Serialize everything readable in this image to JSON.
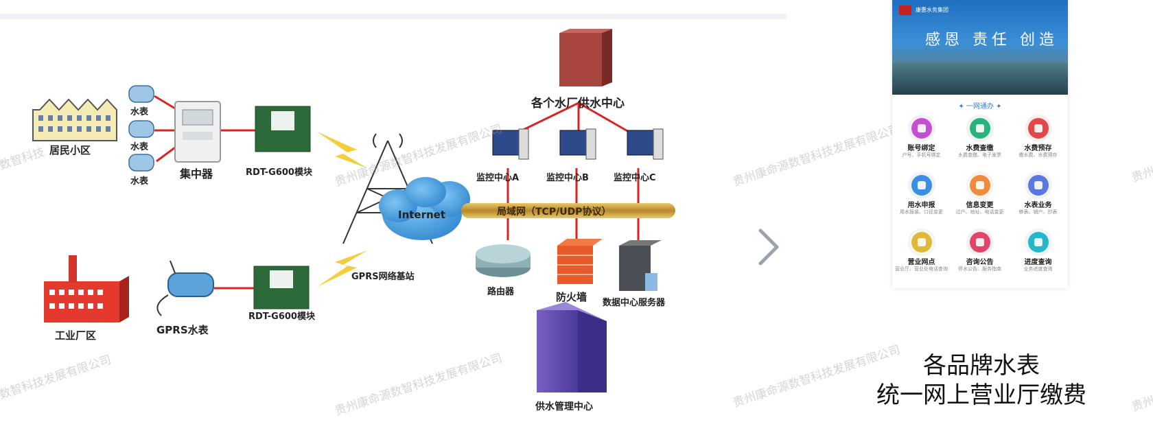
{
  "diagram": {
    "labels": {
      "residential": "居民小区",
      "water_meter_1": "水表",
      "water_meter_2": "水表",
      "water_meter_3": "水表",
      "concentrator": "集中器",
      "rdt_module_top": "RDT-G600模块",
      "rdt_module_bottom": "RDT-G600模块",
      "industrial": "工业厂区",
      "gprs_meter": "GPRS水表",
      "gprs_station": "GPRS网络基站",
      "internet": "Internet",
      "lan": "局域网（TCP/UDP协议）",
      "supply_centers": "各个水厂供水中心",
      "monitor_a": "监控中心A",
      "monitor_b": "监控中心B",
      "monitor_c": "监控中心C",
      "router": "路由器",
      "firewall": "防火墙",
      "data_server": "数据中心服务器",
      "management": "供水管理中心"
    },
    "watermark": "贵州康命源数智科技发展有限公司",
    "watermark_fragment_1": "数智科技",
    "watermark_fragment_2": "数智科技发展有限公司",
    "watermark_fragment_3": "贵州"
  },
  "phone": {
    "brand": "康惠水务集团",
    "slogan": "感恩 责任 创造",
    "section_title": "一网通办",
    "services": [
      {
        "name": "账号绑定",
        "desc": "户号、手机号绑定",
        "color": "#c44fd0"
      },
      {
        "name": "水费查缴",
        "desc": "水费查缴、电子发票",
        "color": "#27b37a"
      },
      {
        "name": "水费预存",
        "desc": "缴水费、水费预存",
        "color": "#e24848"
      },
      {
        "name": "用水申报",
        "desc": "用水报装、口径变更",
        "color": "#3b8fe0"
      },
      {
        "name": "信息变更",
        "desc": "过户、地址、电话变更",
        "color": "#f08a3c"
      },
      {
        "name": "水表业务",
        "desc": "移表、销户、抄表",
        "color": "#5a78e0"
      },
      {
        "name": "营业网点",
        "desc": "营业厅、营业处电话查询",
        "color": "#e0b83a"
      },
      {
        "name": "咨询公告",
        "desc": "停水公告、服务指南",
        "color": "#e04668"
      },
      {
        "name": "进度查询",
        "desc": "业务进度查询",
        "color": "#25b7c9"
      }
    ]
  },
  "caption": {
    "line1": "各品牌水表",
    "line2": "统一网上营业厅缴费"
  }
}
